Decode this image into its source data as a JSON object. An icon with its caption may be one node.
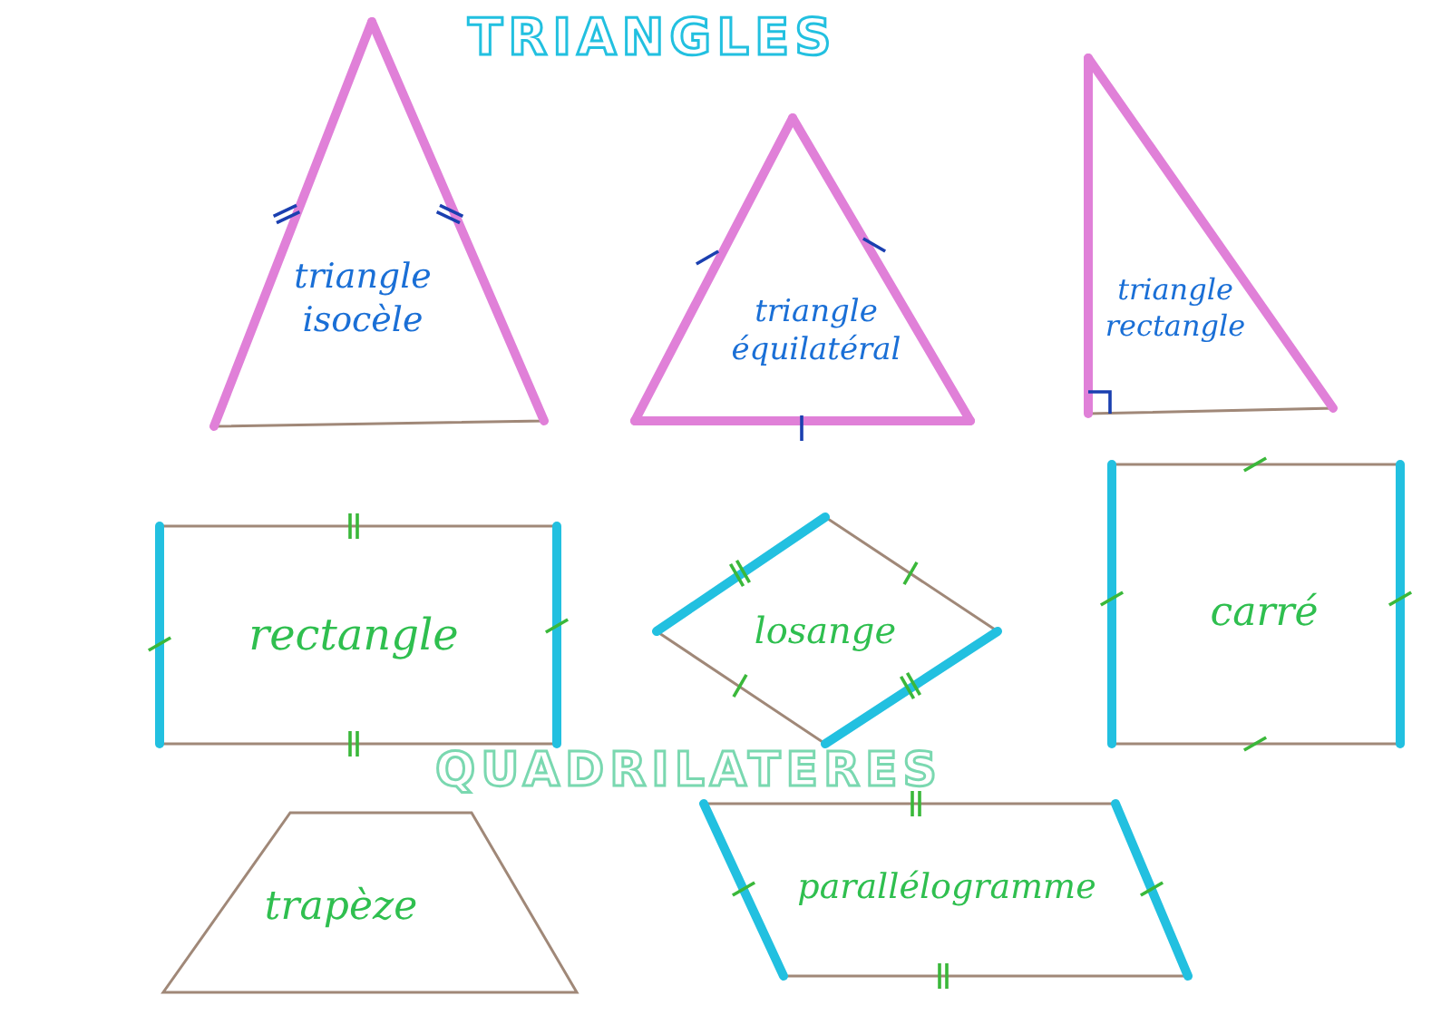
{
  "diagram": {
    "title": "TRIANGLES",
    "nodes": [
      {
        "text": [
          "triangle isocèle"
        ]
      },
      {
        "text": [
          "triangle équilatéral"
        ]
      },
      {
        "text": [
          "triangle rectangle"
        ]
      },
      {
        "text": [
          "rectangle"
        ]
      },
      {
        "text": [
          "losange"
        ]
      },
      {
        "text": [
          "carré"
        ]
      },
      {
        "text": [
          "trapèze"
        ]
      },
      {
        "text": [
          "parallélogramme"
        ]
      }
    ],
    "labels": [
      "QUADRILATERES"
    ]
  }
}
